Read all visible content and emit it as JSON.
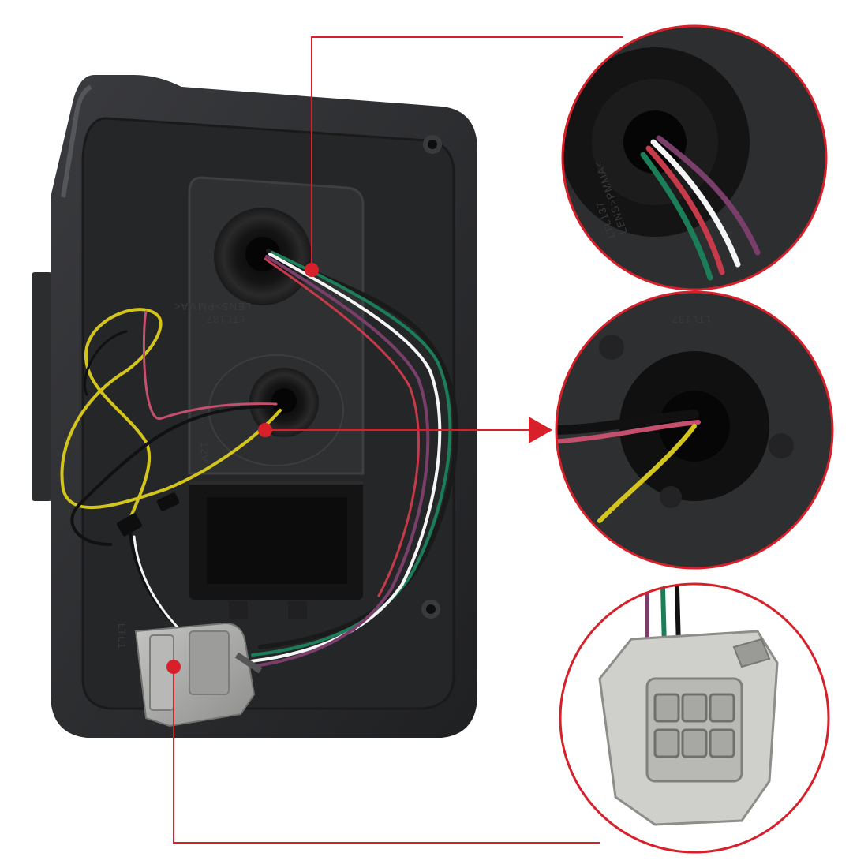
{
  "scene": {
    "subject": "tail-light-housing-back",
    "callout_color": "#d8202a",
    "housing_color": "#2b2c2e",
    "connector_color": "#a9aaa8"
  },
  "mold_text": {
    "part_code": "LTL137",
    "material": "LENS>PMMA<",
    "voltage": "12V",
    "partial_code": "LTL1"
  },
  "insets": {
    "top": {
      "subject": "upper-grommet-closeup",
      "part_code": "LTL137",
      "material": "LENS>PMMA<"
    },
    "middle": {
      "subject": "lower-grommet-closeup",
      "part_code": "LTL137"
    },
    "bottom": {
      "subject": "six-pin-connector-closeup"
    }
  }
}
